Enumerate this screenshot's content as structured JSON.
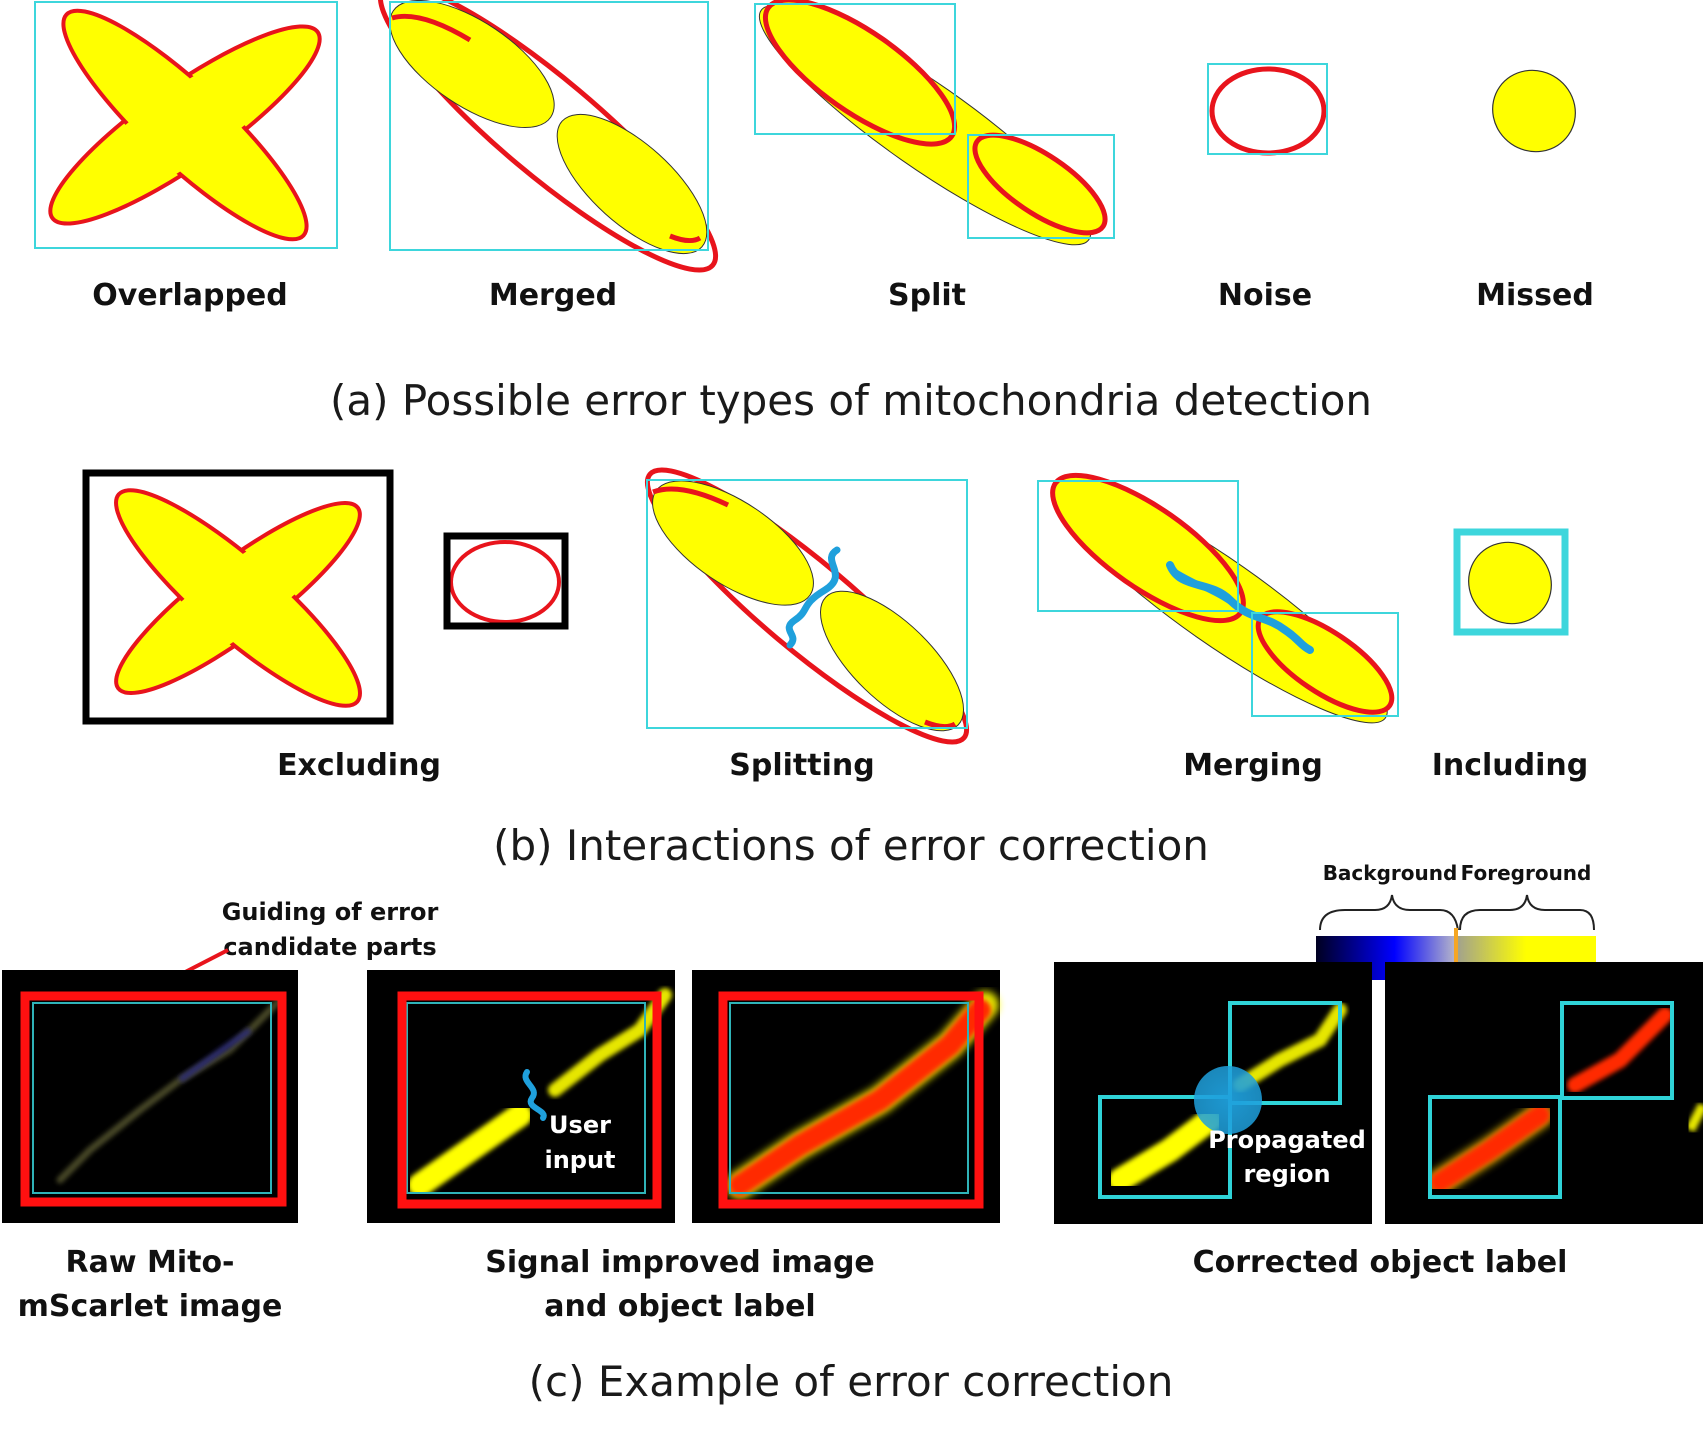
{
  "section_a": {
    "labels": [
      "Overlapped",
      "Merged",
      "Split",
      "Noise",
      "Missed"
    ],
    "caption": "(a) Possible error types of mitochondria detection"
  },
  "section_b": {
    "labels": [
      "Excluding",
      "Splitting",
      "Merging",
      "Including"
    ],
    "caption": "(b) Interactions of error correction"
  },
  "section_c": {
    "guide_note_line1": "Guiding of error",
    "guide_note_line2": "candidate parts",
    "colorbar_background": "Background",
    "colorbar_foreground": "Foreground",
    "user_input_line1": "User",
    "user_input_line2": "input",
    "propagated_line1": "Propagated",
    "propagated_line2": "region",
    "label_raw_line1": "Raw Mito-",
    "label_raw_line2": "mScarlet image",
    "label_signal_line1": "Signal improved image",
    "label_signal_line2": "and object label",
    "label_corrected": "Corrected object label",
    "caption": "(c) Example of error correction"
  },
  "colors": {
    "object_fill": "#ffff00",
    "error_outline": "#e8141c",
    "bounding_box": "#3dd6dc",
    "user_stroke": "#1fa0dc",
    "panel_background": "#000000"
  }
}
